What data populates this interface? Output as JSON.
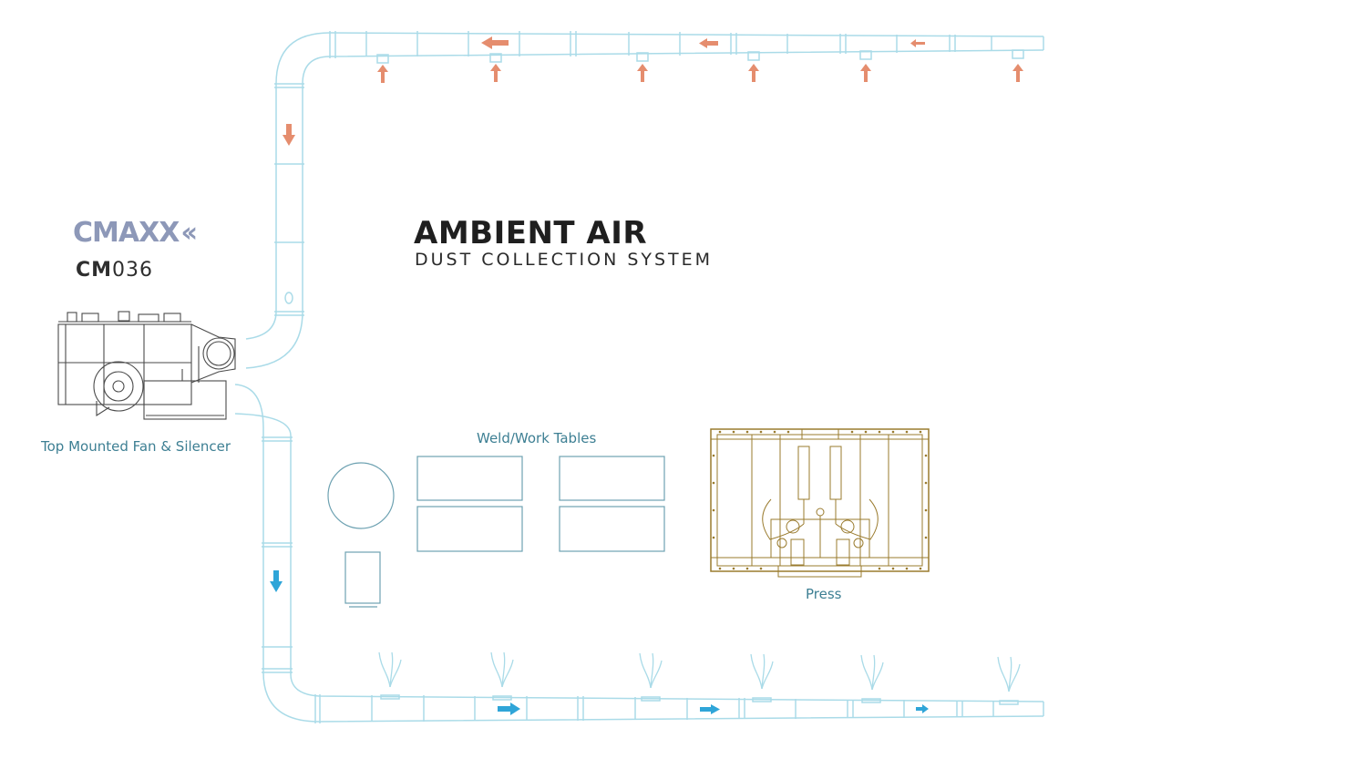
{
  "brand": {
    "logo_text": "CMAXX",
    "logo_chevrons": "‹‹",
    "logo_color": "#8d98b8",
    "model_bold": "CM",
    "model_rest": "036"
  },
  "title": {
    "main": "AMBIENT AIR",
    "sub": "DUST COLLECTION SYSTEM"
  },
  "labels": {
    "fan": "Top Mounted Fan & Silencer",
    "tables": "Weld/Work Tables",
    "press": "Press"
  },
  "colors": {
    "duct": "#aadbe8",
    "label": "#3d7f93",
    "press": "#9a7b2e",
    "exhaust_arrow": "#e58d6e",
    "supply_arrow": "#2fa5d8",
    "equipment": "#4a4a4a",
    "table_outline": "#6ea2b2"
  },
  "icons": {
    "exhaust_flow": "arrow-icon",
    "supply_flow": "air-diffuser-icon"
  }
}
